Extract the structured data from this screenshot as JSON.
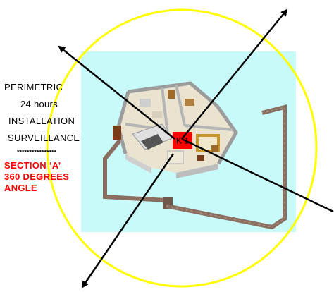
{
  "labels": {
    "perimetric": "PERIMETRIC",
    "hours": "24 hours",
    "installation": "INSTALLATION",
    "surveillance": "SURVEILLANCE",
    "stars": "****************",
    "section": "SECTION ‘A’",
    "degrees": "360  DEGREES",
    "angle": "ANGLE"
  },
  "camera": {
    "label": "K 1"
  },
  "colors": {
    "coverage_circle": "#ffff00",
    "ground": "#c8fafa",
    "camera_box": "#ff0000",
    "section_text": "#ff0000",
    "arrows": "#000000",
    "wall": "#8a6f60"
  }
}
